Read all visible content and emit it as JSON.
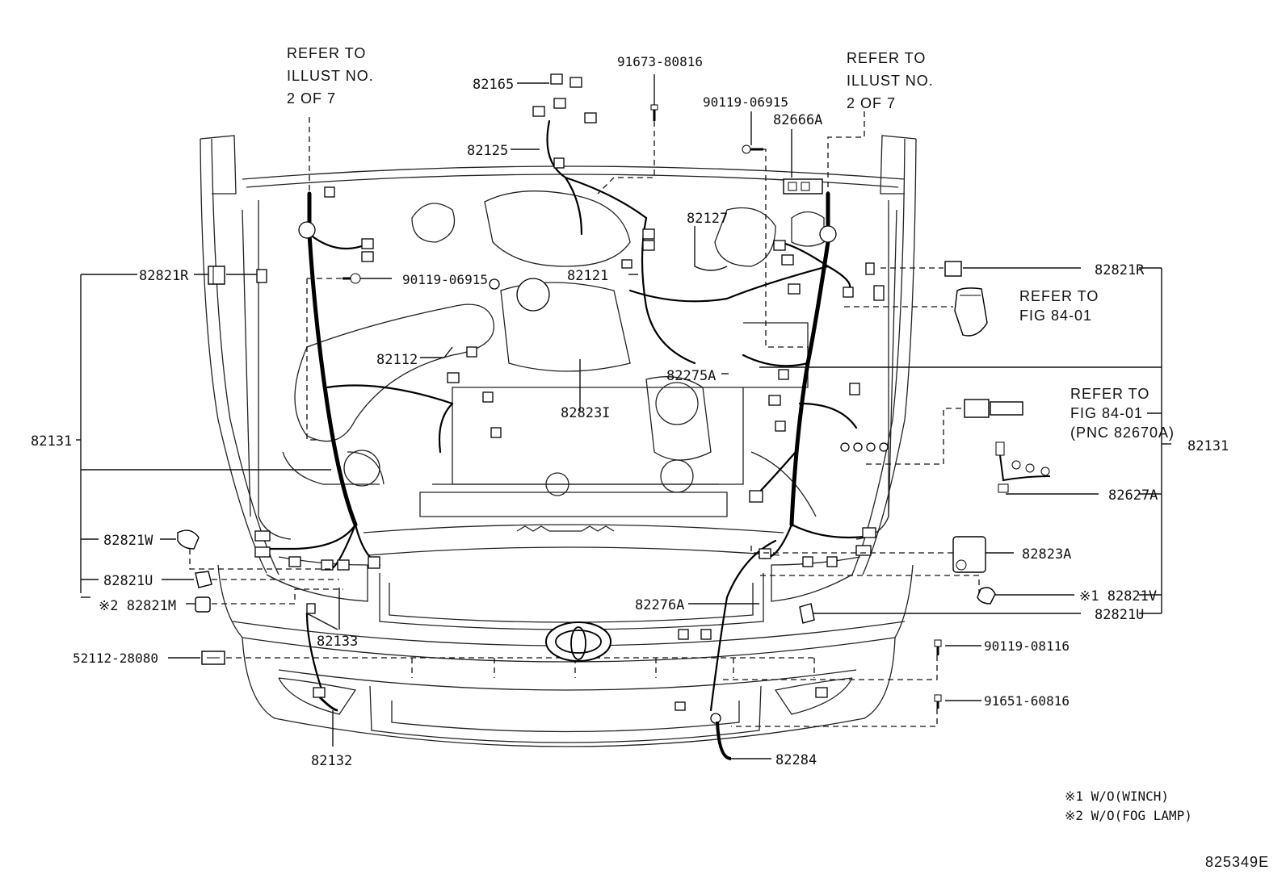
{
  "labels": {
    "refer_left": [
      "REFER TO",
      "ILLUST NO.",
      "2 OF 7"
    ],
    "refer_right": [
      "REFER TO",
      "ILLUST NO.",
      "2 OF 7"
    ],
    "refer_fig_a": [
      "REFER TO",
      "FIG 84-01"
    ],
    "refer_fig_b": [
      "REFER TO",
      "FIG 84-01",
      "(PNC 82670A)"
    ],
    "p91673_80816": "91673-80816",
    "p82165": "82165",
    "p82125": "82125",
    "p90119_06915_top": "90119-06915",
    "p82666A": "82666A",
    "p82127": "82127",
    "p82821R_left": "82821R",
    "p82821R_right": "82821R",
    "p90119_06915_mid": "90119-06915",
    "p82121": "82121",
    "p82112": "82112",
    "p82275A": "82275A",
    "p82823I": "82823I",
    "p82131_left": "82131",
    "p82131_right": "82131",
    "p82627A": "82627A",
    "p82821W": "82821W",
    "p82823A": "82823A",
    "p82821U_left": "82821U",
    "p82821V": "※1 82821V",
    "p82821M": "※2 82821M",
    "p82276A": "82276A",
    "p82821U_right": "82821U",
    "p82133": "82133",
    "p52112_28080": "52112-28080",
    "p90119_08116": "90119-08116",
    "p91651_60816": "91651-60816",
    "p82132": "82132",
    "p82284": "82284"
  },
  "notes": [
    "※1 W/O(WINCH)",
    "※2 W/O(FOG LAMP)"
  ],
  "figure_id": "825349E",
  "emblem": "toyota-logo"
}
